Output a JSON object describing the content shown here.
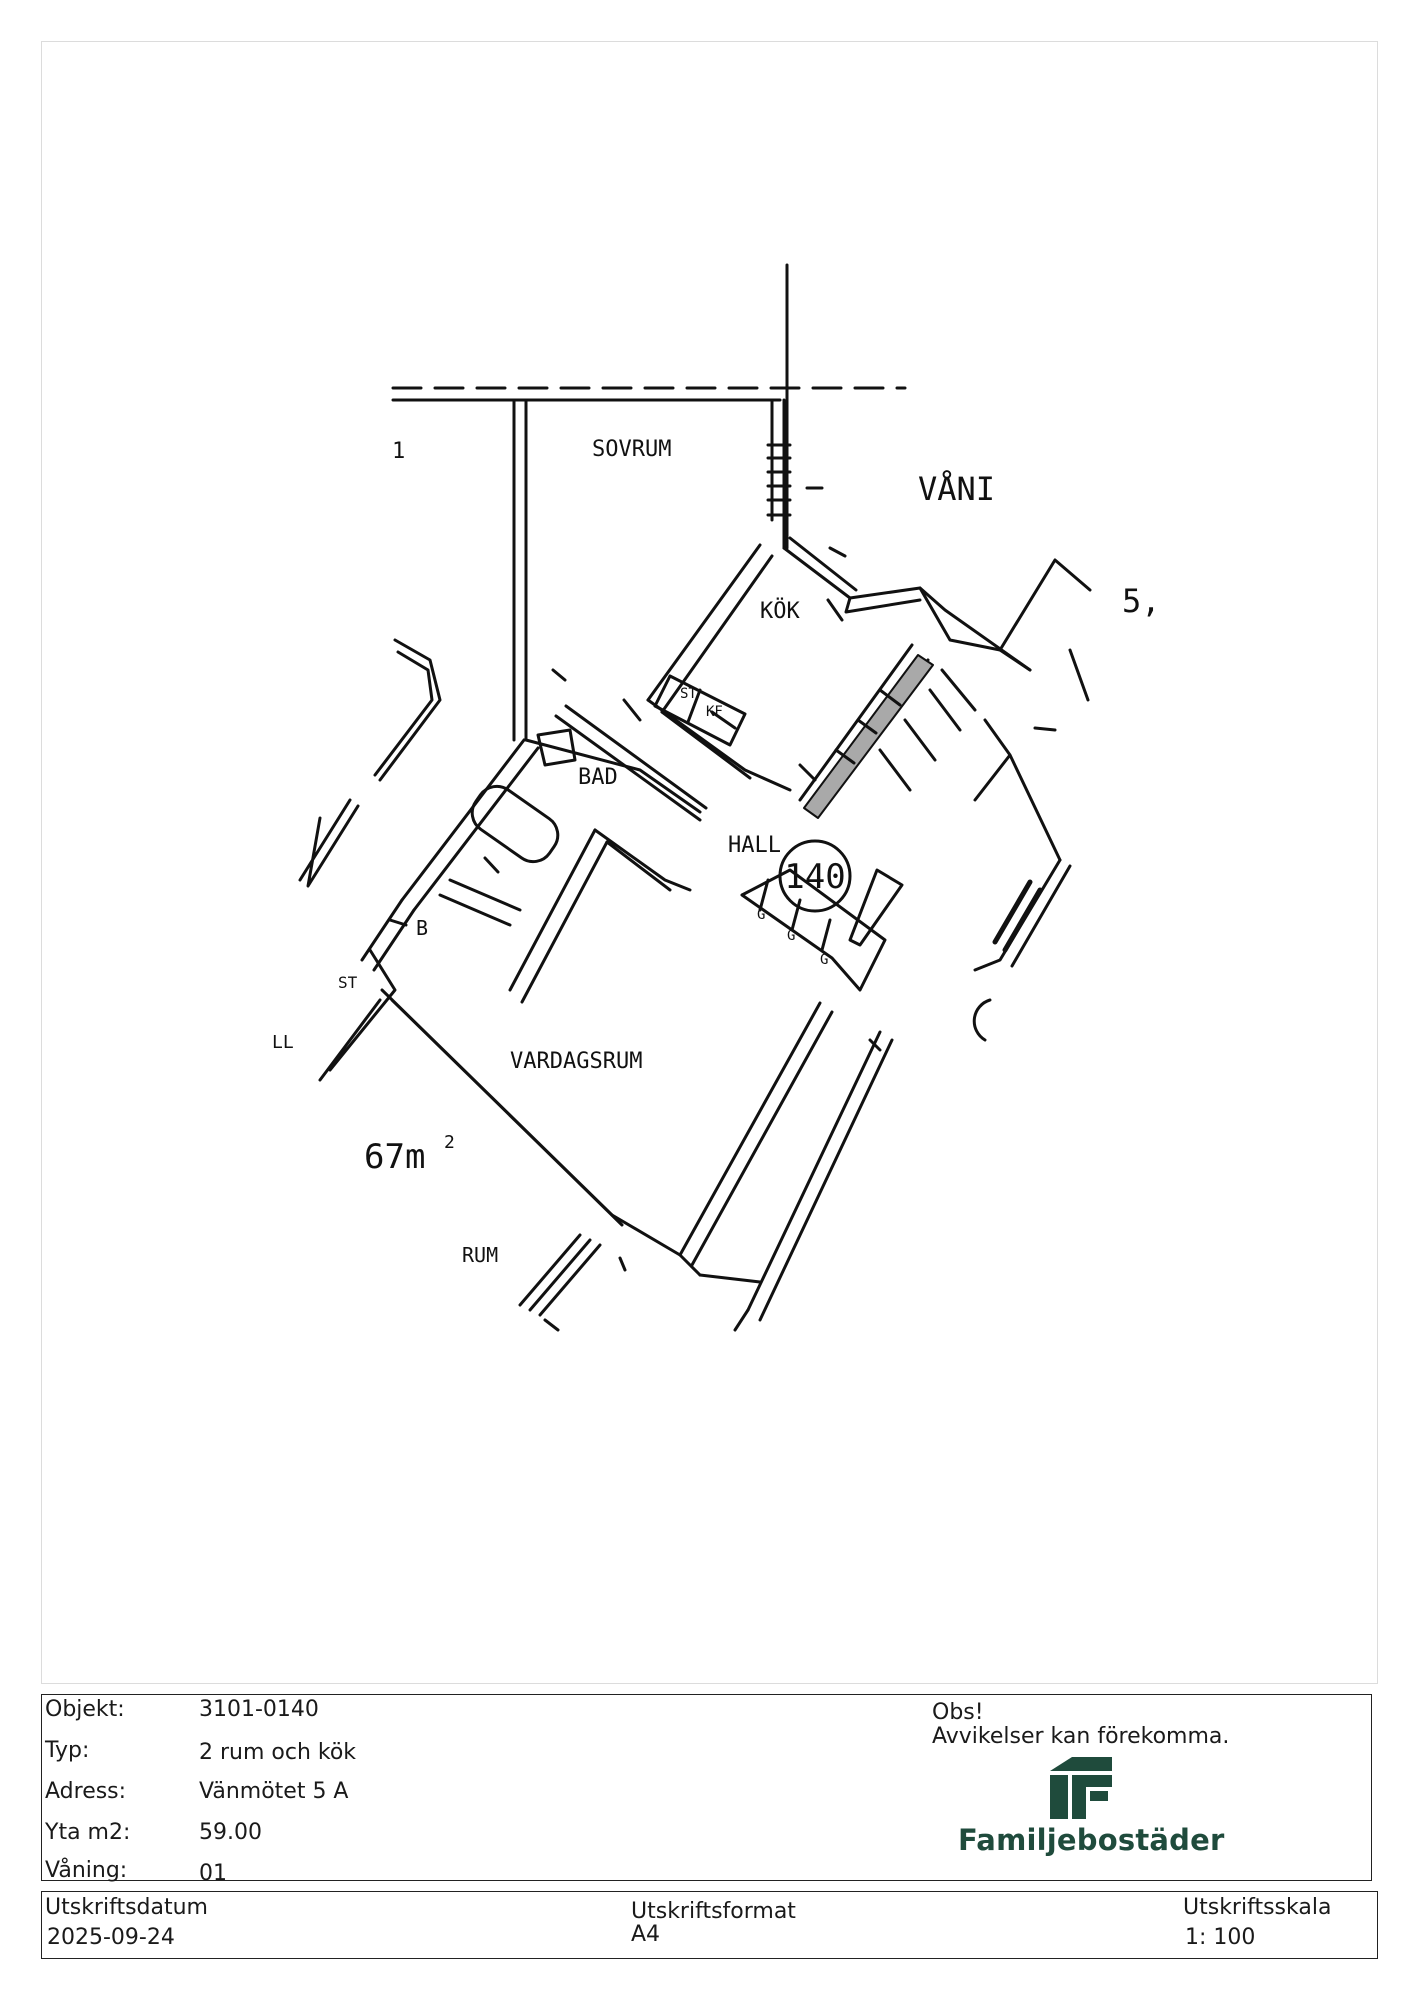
{
  "plan": {
    "labels": {
      "sovrum": "SOVRUM",
      "kok": "KÖK",
      "bad": "BAD",
      "hall": "HALL",
      "vardagsrum": "VARDAGSRUM",
      "apartment_number": "140",
      "st_kitchen": "ST",
      "kf": "KF",
      "g1": "G",
      "g2": "G",
      "g3": "G",
      "b": "B",
      "st_neighbor": "ST",
      "area_fragment": "67m",
      "area_sup": "2",
      "rum_fragment": "RUM",
      "van_fragment": "VÅNI",
      "five_fragment": "5,",
      "one_fragment": "1",
      "ll_fragment": "LL"
    }
  },
  "info": {
    "objekt_label": "Objekt:",
    "objekt_value": "3101-0140",
    "typ_label": "Typ:",
    "typ_value": "2 rum och kök",
    "adress_label": "Adress:",
    "adress_value": "Vänmötet 5 A",
    "yta_label": "Yta m2:",
    "yta_value": "59.00",
    "vaning_label": "Våning:",
    "vaning_value": "01",
    "obs_title": "Obs!",
    "obs_text": "Avvikelser kan förekomma.",
    "brand_name": "Familjebostäder",
    "brand_color": "#1f4b3c"
  },
  "print": {
    "datum_label": "Utskriftsdatum",
    "datum_value": "2025-09-24",
    "format_label": "Utskriftsformat",
    "format_value": "A4",
    "skala_label": "Utskriftsskala",
    "skala_value": "1: 100"
  }
}
